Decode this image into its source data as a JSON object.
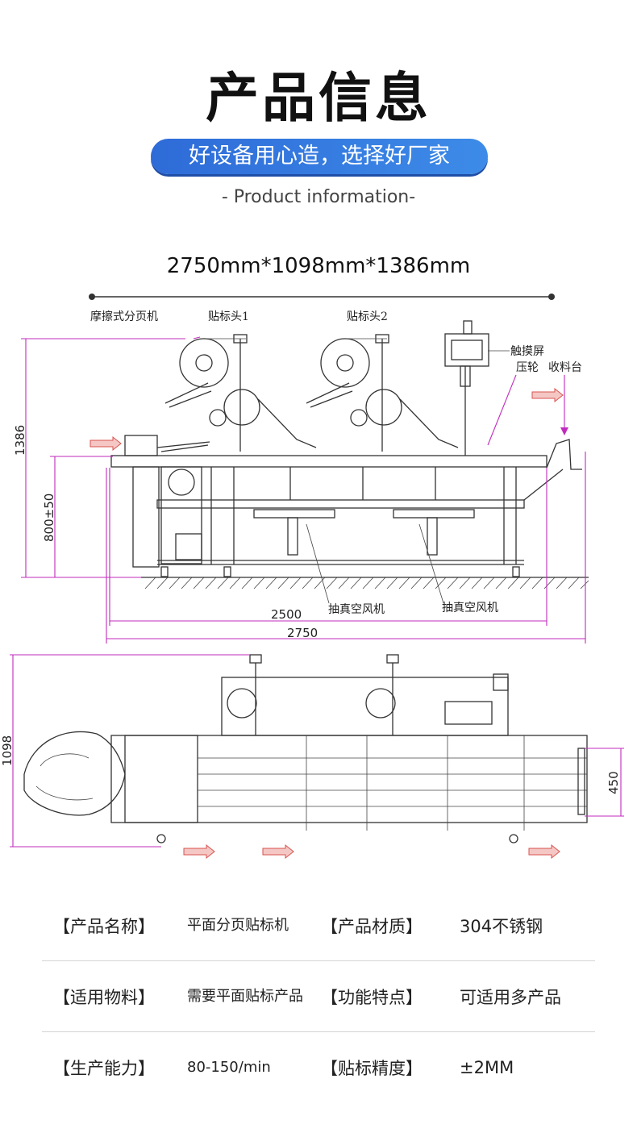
{
  "header": {
    "title": "产品信息",
    "slogan": "好设备用心造，选择好厂家",
    "subtitle": "- Product information-"
  },
  "drawing": {
    "overall_dimensions": "2750mm*1098mm*1386mm",
    "side_view_labels": {
      "feeder": "摩擦式分页机",
      "head1": "贴标头1",
      "head2": "贴标头2",
      "touchscreen": "触摸屏",
      "press_wheel": "压轮",
      "collector": "收料台",
      "vacuum_fan_1": "抽真空风机",
      "vacuum_fan_2": "抽真空风机"
    },
    "side_view_dims": {
      "height": "1386",
      "table_height": "800±50",
      "inner_length": "2500",
      "total_length": "2750"
    },
    "top_view_dims": {
      "width": "1098",
      "belt_width": "450"
    }
  },
  "specs": [
    {
      "k1": "【产品名称】",
      "v1": "平面分页贴标机",
      "k2": "【产品材质】",
      "v2": "304不锈钢"
    },
    {
      "k1": "【适用物料】",
      "v1": "需要平面贴标产品",
      "k2": "【功能特点】",
      "v2": "可适用多产品"
    },
    {
      "k1": "【生产能力】",
      "v1": "80-150/min",
      "k2": "【贴标精度】",
      "v2": "±2MM"
    }
  ],
  "colors": {
    "accent": "#2e6bd8",
    "dimension_line": "#c02bbd",
    "arrow": "#d9534f"
  }
}
